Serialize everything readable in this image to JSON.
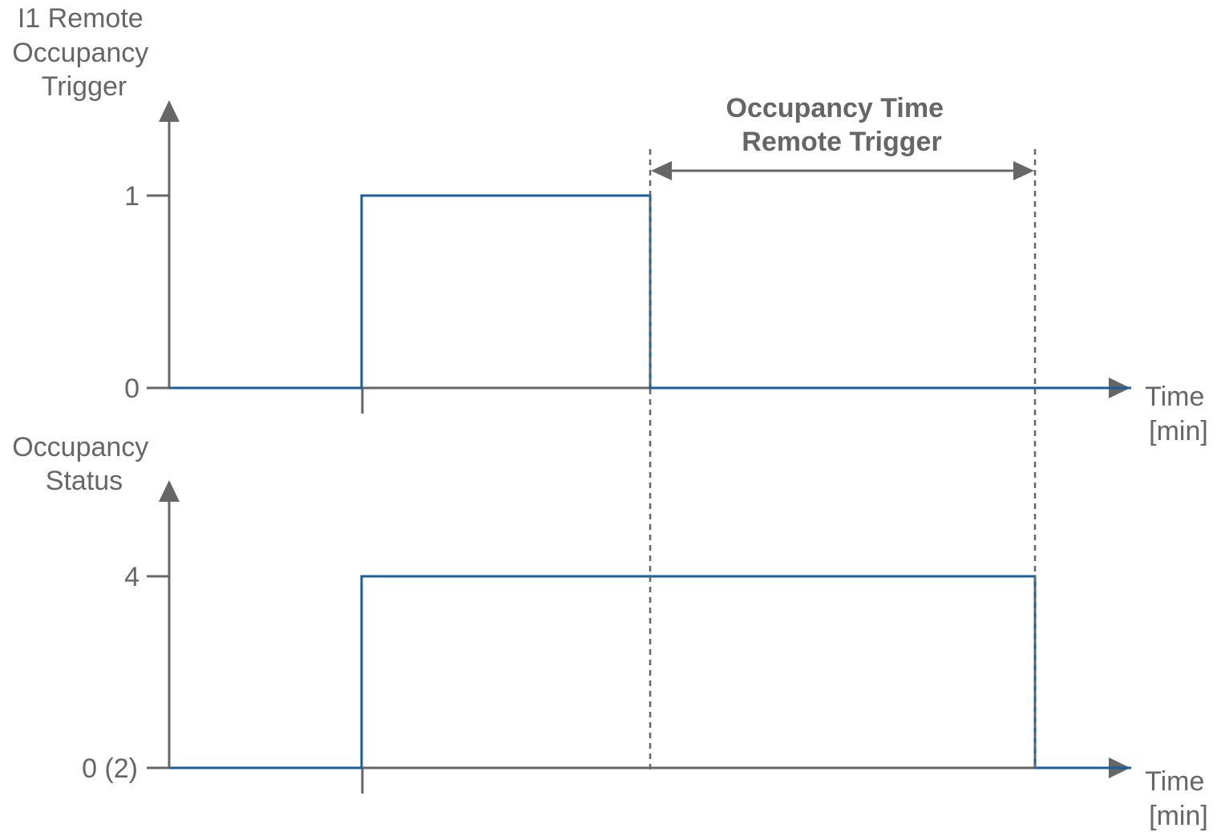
{
  "top_plot": {
    "y_title_lines": [
      "I1 Remote",
      "Occupancy",
      "Trigger"
    ],
    "y_ticks": [
      "1",
      "0"
    ],
    "x_title_lines": [
      "Time",
      "[min]"
    ],
    "signal": [
      {
        "t": 0,
        "v": 0
      },
      {
        "t": 1,
        "v": 0
      },
      {
        "t": 1,
        "v": 1
      },
      {
        "t": 2.5,
        "v": 1
      },
      {
        "t": 2.5,
        "v": 0
      },
      {
        "t": 5,
        "v": 0
      }
    ]
  },
  "bottom_plot": {
    "y_title_lines": [
      "Occupancy",
      "Status"
    ],
    "y_ticks": [
      "4",
      "0 (2)"
    ],
    "x_title_lines": [
      "Time",
      "[min]"
    ],
    "signal": [
      {
        "t": 0,
        "v": 0
      },
      {
        "t": 1,
        "v": 0
      },
      {
        "t": 1,
        "v": 4
      },
      {
        "t": 4.5,
        "v": 4
      },
      {
        "t": 4.5,
        "v": 0
      },
      {
        "t": 5,
        "v": 0
      }
    ]
  },
  "annotation": {
    "lines": [
      "Occupancy Time",
      "Remote Trigger"
    ]
  },
  "colors": {
    "signal": "#1b5e9b",
    "axis": "#666666"
  }
}
